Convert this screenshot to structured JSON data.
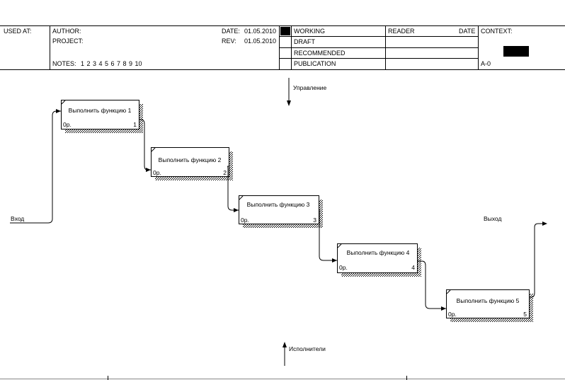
{
  "header": {
    "used_at": "USED AT:",
    "author_label": "AUTHOR:",
    "project_label": "PROJECT:",
    "date_label": "DATE:",
    "date_value": "01.05.2010",
    "rev_label": "REV:",
    "rev_value": "01.05.2010",
    "notes_label": "NOTES:",
    "notes_numbers": "1  2  3  4  5  6  7  8  9  10",
    "status": [
      "WORKING",
      "DRAFT",
      "RECOMMENDED",
      "PUBLICATION"
    ],
    "reader_label": "READER",
    "reader_date_label": "DATE",
    "context_label": "CONTEXT:",
    "node_id": "A-0"
  },
  "diagram": {
    "control_label": "Управление",
    "mechanism_label": "Исполнители",
    "input_label": "Вход",
    "output_label": "Выход",
    "boxes": [
      {
        "title": "Выполнить функцию 1",
        "cost": "0р.",
        "number": "1"
      },
      {
        "title": "Выполнить функцию 2",
        "cost": "0р.",
        "number": "2"
      },
      {
        "title": "Выполнить функцию 3",
        "cost": "0р.",
        "number": "3"
      },
      {
        "title": "Выполнить функцию 4",
        "cost": "0р.",
        "number": "4"
      },
      {
        "title": "Выполнить функцию 5",
        "cost": "0р.",
        "number": "5"
      }
    ]
  }
}
